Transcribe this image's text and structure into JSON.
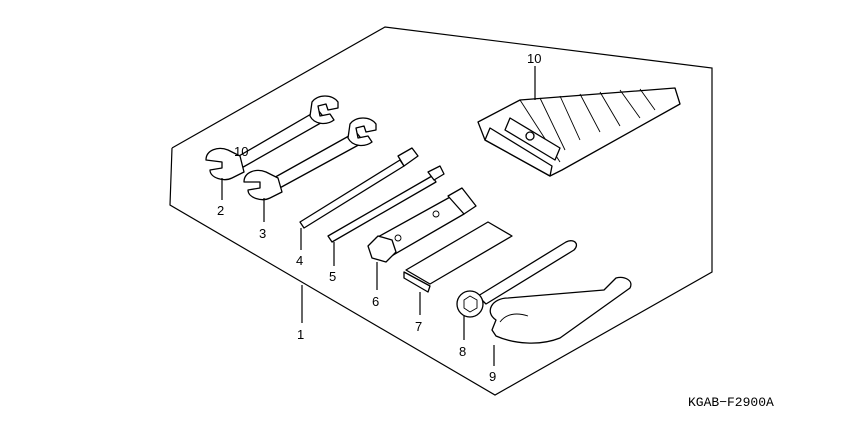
{
  "diagram": {
    "code": "KGAB−F2900A",
    "parts": [
      {
        "num": "1",
        "icon": "tool-kit-outline-icon"
      },
      {
        "num": "2",
        "icon": "open-end-wrench-icon"
      },
      {
        "num": "3",
        "icon": "open-end-wrench-icon"
      },
      {
        "num": "4",
        "icon": "screwdriver-icon"
      },
      {
        "num": "5",
        "icon": "screwdriver-icon"
      },
      {
        "num": "6",
        "icon": "box-spanner-icon"
      },
      {
        "num": "7",
        "icon": "handle-bar-icon"
      },
      {
        "num": "8",
        "icon": "pin-spanner-icon"
      },
      {
        "num": "9",
        "icon": "hook-spanner-icon"
      },
      {
        "num": "10",
        "icon": "tool-bag-icon"
      }
    ]
  }
}
